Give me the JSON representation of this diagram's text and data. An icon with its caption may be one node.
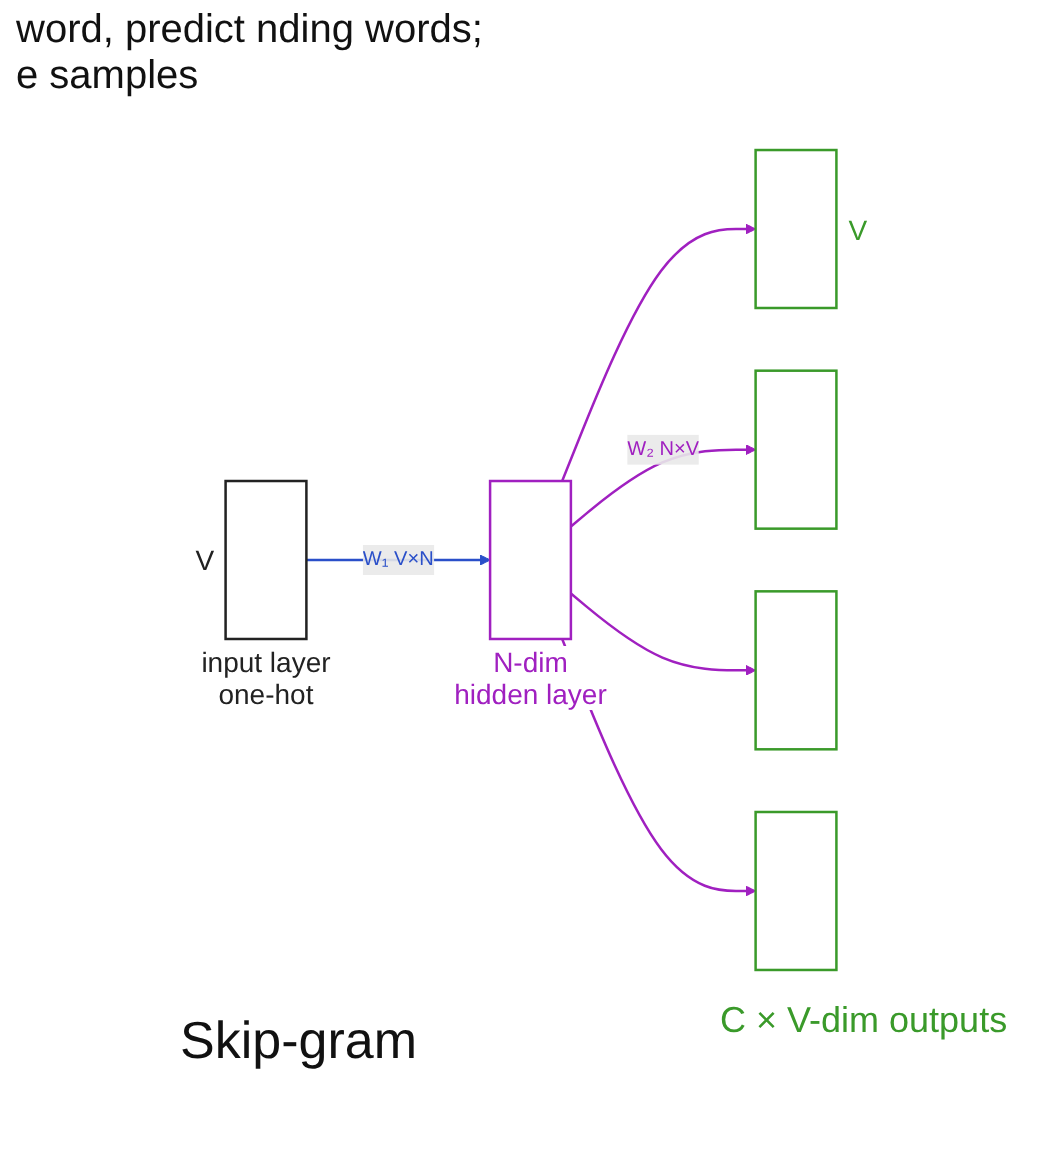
{
  "diagram": {
    "caption": "Skip-gram",
    "nodes": [
      {
        "text": [],
        "shape": "bar",
        "beside": [
          "V",
          "input layer one-hot"
        ]
      },
      {
        "text": [],
        "shape": "bar",
        "beside": [
          "N-dim hidden layer"
        ]
      },
      {
        "text": [],
        "shape": "bar",
        "beside": [
          "V"
        ]
      },
      {
        "text": [],
        "shape": "bar"
      },
      {
        "text": [],
        "shape": "bar"
      },
      {
        "text": [],
        "shape": "bar"
      }
    ],
    "edges": [
      {
        "from": 0,
        "to": 1,
        "arrow": "to",
        "label": "W₁ V×N",
        "color": "#2a4fc9"
      },
      {
        "from": 1,
        "to": 2,
        "arrow": "to"
      },
      {
        "from": 1,
        "to": 3,
        "arrow": "to",
        "label": "W₂ N×V"
      },
      {
        "from": 1,
        "to": 4,
        "arrow": "to"
      },
      {
        "from": 1,
        "to": 5,
        "arrow": "to"
      }
    ],
    "labels": [
      "word, predict nding words; e samples",
      "C × V-dim outputs"
    ]
  }
}
